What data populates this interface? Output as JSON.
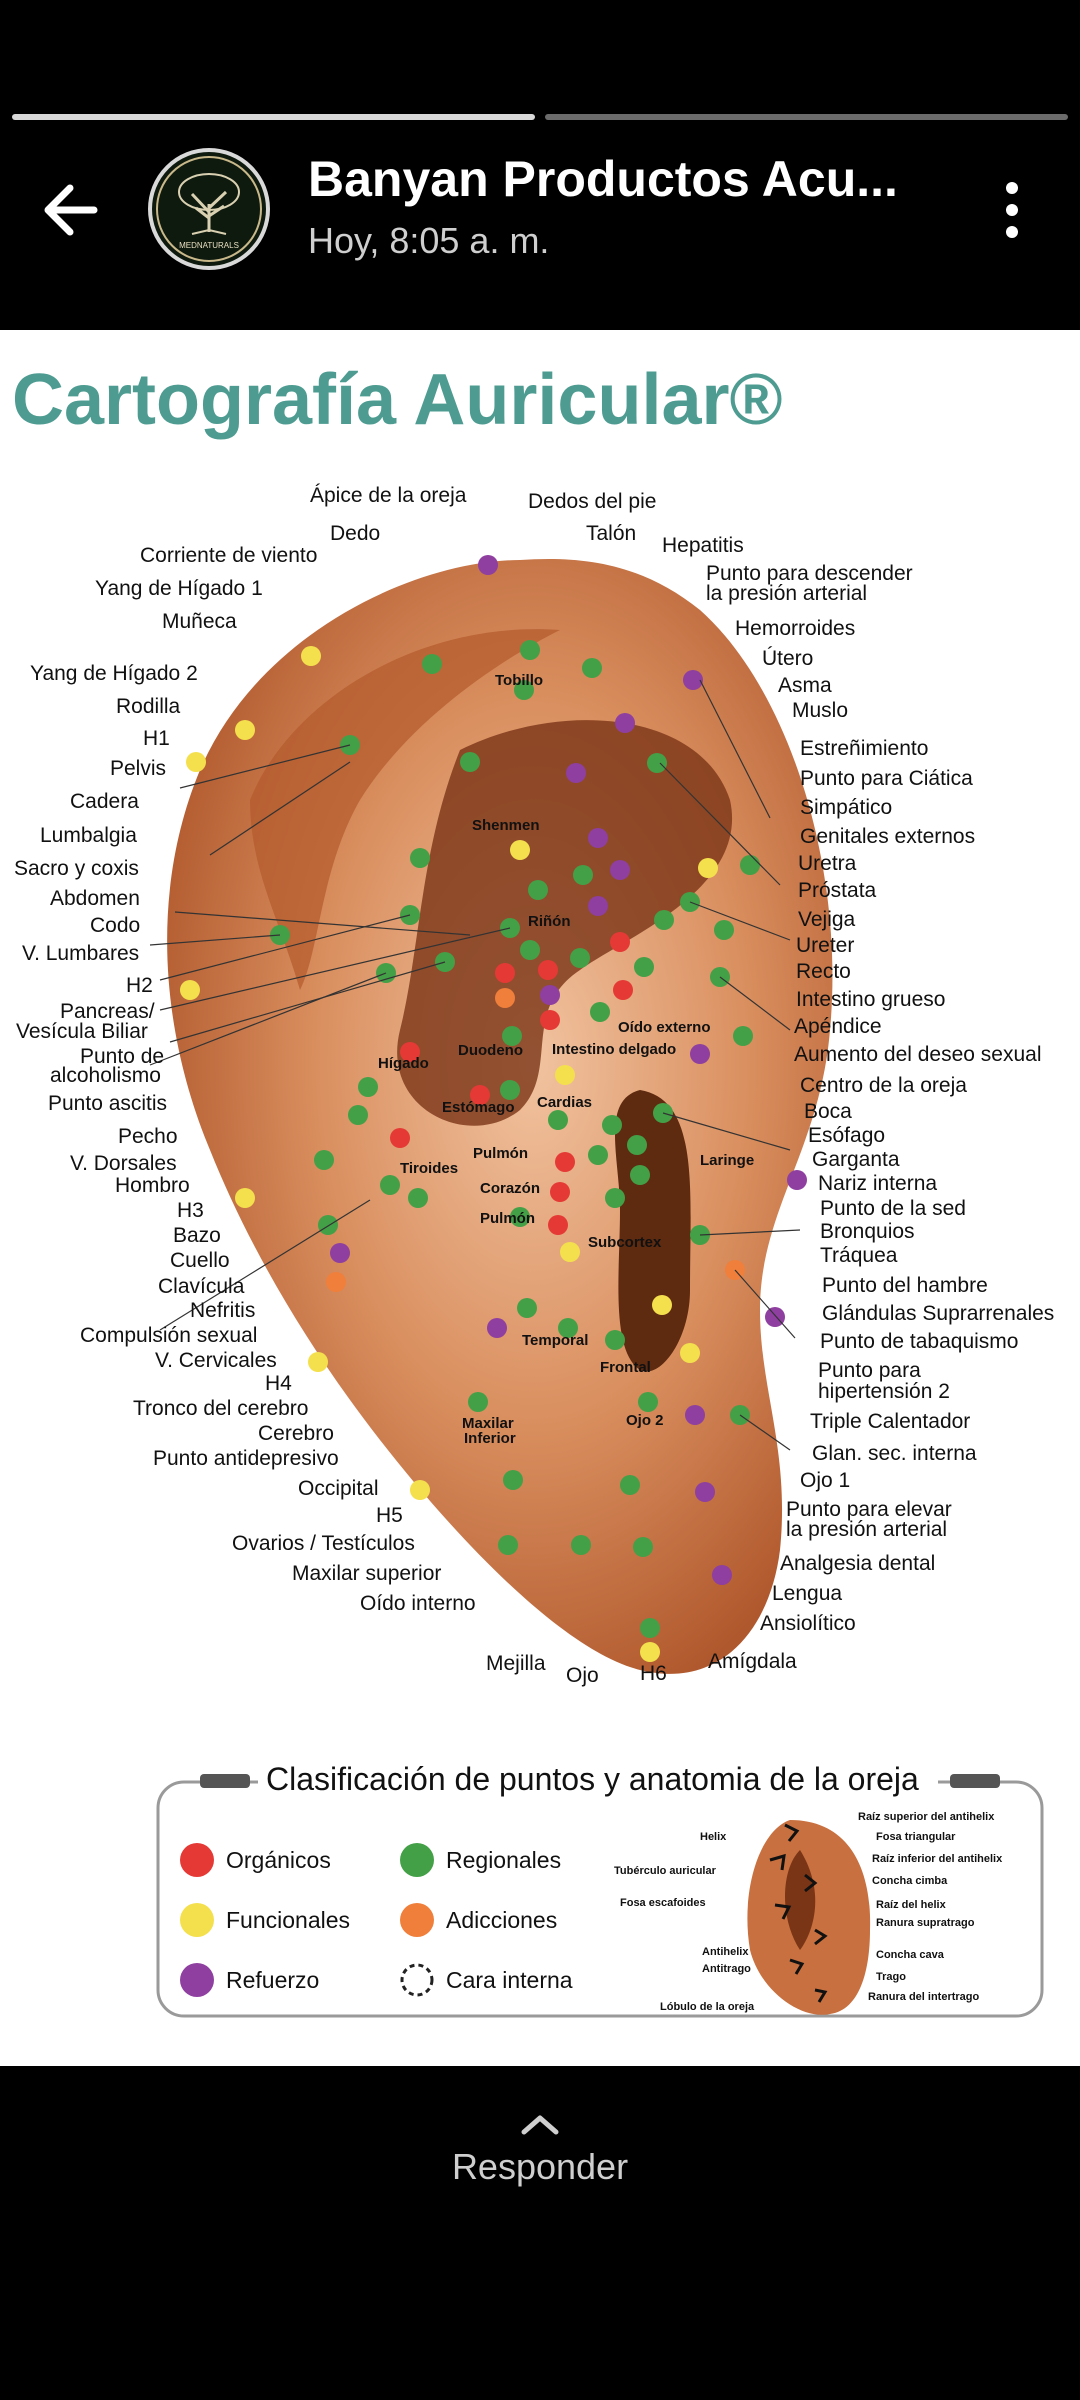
{
  "status": {
    "segments_total": 2,
    "segments_done": 1
  },
  "header": {
    "back_icon": "arrow-left-icon",
    "avatar_text": "MEDNATURALS",
    "title": "Banyan Productos Acu...",
    "subtitle": "Hoy, 8:05 a. m.",
    "more_icon": "more-vertical-icon"
  },
  "image": {
    "title": "Cartografía Auricular®",
    "labels_left": [
      "Ápice de la oreja",
      "Dedo",
      "Corriente de viento",
      "Yang de Hígado 1",
      "Muñeca",
      "Yang de Hígado 2",
      "Rodilla",
      "H1",
      "Pelvis",
      "Cadera",
      "Lumbalgia",
      "Sacro y coxis",
      "Abdomen",
      "Codo",
      "V. Lumbares",
      "H2",
      "Pancreas/",
      "Vesícula Biliar",
      "Punto de",
      "alcoholismo",
      "Punto ascitis",
      "Pecho",
      "V. Dorsales",
      "Hombro",
      "H3",
      "Bazo",
      "Cuello",
      "Clavícula",
      "Nefritis",
      "Compulsión sexual",
      "V. Cervicales",
      "H4",
      "Tronco del cerebro",
      "Cerebro",
      "Punto antidepresivo",
      "Occipital",
      "H5",
      "Ovarios / Testículos",
      "Maxilar superior",
      "Oído interno",
      "Mejilla",
      "Ojo",
      "H6"
    ],
    "labels_right": [
      "Dedos del pie",
      "Talón",
      "Hepatitis",
      "Punto para descender",
      "la presión arterial",
      "Hemorroides",
      "Útero",
      "Asma",
      "Muslo",
      "Estreñimiento",
      "Punto para Ciática",
      "Simpático",
      "Genitales externos",
      "Uretra",
      "Próstata",
      "Vejiga",
      "Ureter",
      "Recto",
      "Intestino grueso",
      "Apéndice",
      "Aumento del deseo sexual",
      "Centro de la oreja",
      "Boca",
      "Esófago",
      "Garganta",
      "Nariz interna",
      "Punto de la sed",
      "Bronquios",
      "Tráquea",
      "Punto del hambre",
      "Glándulas Suprarrenales",
      "Punto de tabaquismo",
      "Punto para",
      "hipertensión 2",
      "Triple Calentador",
      "Glan. sec. interna",
      "Ojo 1",
      "Punto para elevar",
      "la presión arterial",
      "Analgesia dental",
      "Lengua",
      "Ansiolítico",
      "Amígdala"
    ],
    "labels_inner": [
      "Tobillo",
      "Shenmen",
      "Riñón",
      "Oído externo",
      "Intestino delgado",
      "Duodeno",
      "Hígado",
      "Estómago",
      "Cardias",
      "Pulmón",
      "Tiroides",
      "Corazón",
      "Pulmón",
      "Subcortex",
      "Laringe",
      "Temporal",
      "Frontal",
      "Maxilar",
      "Inferior",
      "Ojo 2"
    ],
    "legend": {
      "title": "Clasificación de puntos y anatomia de la oreja",
      "items": [
        {
          "label": "Orgánicos",
          "color": "#e53935"
        },
        {
          "label": "Regionales",
          "color": "#43a047"
        },
        {
          "label": "Funcionales",
          "color": "#f4e04d"
        },
        {
          "label": "Adicciones",
          "color": "#ef7f3a"
        },
        {
          "label": "Refuerzo",
          "color": "#8e3fa0"
        },
        {
          "label": "Cara interna",
          "color": "#222222"
        }
      ],
      "anatomy_left": [
        "Helix",
        "Tubérculo auricular",
        "Fosa escafoides",
        "Antihelix",
        "Antitrago",
        "Lóbulo de la oreja"
      ],
      "anatomy_right": [
        "Raíz superior del antihelix",
        "Fosa triangular",
        "Raíz inferior del antihelix",
        "Concha cimba",
        "Raíz del helix",
        "Ranura supratrago",
        "Concha cava",
        "Trago",
        "Ranura del intertrago"
      ]
    }
  },
  "footer": {
    "reply_icon": "chevron-up-icon",
    "reply_label": "Responder"
  },
  "colors": {
    "accent_title": "#4e9c91",
    "background": "#000000",
    "ear": "#c8703f"
  }
}
